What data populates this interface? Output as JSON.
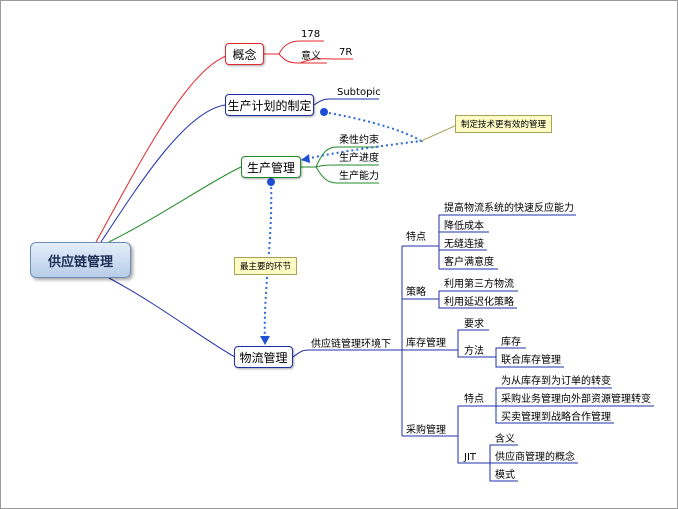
{
  "central": "供应链管理",
  "main": {
    "concept": "概念",
    "plan": "生产计划的制定",
    "production": "生产管理",
    "logistics": "物流管理"
  },
  "concept_children": [
    "178",
    "意义",
    "7R"
  ],
  "plan_children": [
    "Subtopic"
  ],
  "production_children": [
    "柔性约束",
    "生产进度",
    "生产能力"
  ],
  "logistics": {
    "env": "供应链管理环境下",
    "features": {
      "label": "特点",
      "items": [
        "提高物流系统的快速反应能力",
        "降低成本",
        "无缝连接",
        "客户满意度"
      ]
    },
    "strategy": {
      "label": "策略",
      "items": [
        "利用第三方物流",
        "利用延迟化策略"
      ]
    },
    "inventory": {
      "label": "库存管理",
      "requirement": "要求",
      "method": "方法",
      "method_items": [
        "库存",
        "联合库存管理"
      ]
    },
    "purchase": {
      "label": "采购管理",
      "features_label": "特点",
      "features": [
        "为从库存到为订单的转变",
        "采购业务管理向外部资源管理转变",
        "买卖管理到战略合作管理"
      ],
      "jit_label": "JIT",
      "jit_items": [
        "含义",
        "供应商管理的概念",
        "模式"
      ]
    }
  },
  "callouts": {
    "tech": "制定技术更有效的管理",
    "key": "最主要的环节"
  },
  "colors": {
    "concept": "#e0282e",
    "plan": "#1f2fa8",
    "production": "#1f8a2a",
    "logistics": "#1f2fa8",
    "relation": "#2b6bd6"
  }
}
